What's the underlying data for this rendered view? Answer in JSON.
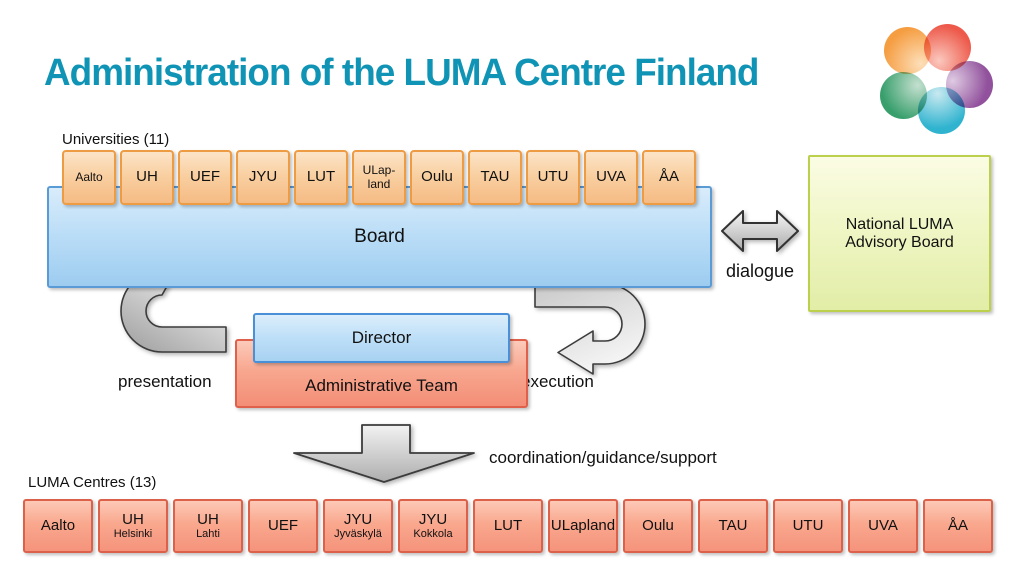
{
  "title": "Administration of the LUMA Centre Finland",
  "colors": {
    "title_teal": "#1094b5",
    "university_box": "#f5bb84",
    "university_border": "#ed9c43",
    "board_blue": "#9dccf0",
    "board_border": "#5b9bd5",
    "advisory_green": "#e2eda7",
    "advisory_border": "#bcd04e",
    "admin_salmon": "#f38e77",
    "admin_border": "#e0614b",
    "arrow_gray": "#b9b9b9"
  },
  "logo": {
    "name": "LUMA flower logo",
    "petals": [
      "#f59d41",
      "#ed5a4b",
      "#91519c",
      "#2fb3cf",
      "#389f6c"
    ]
  },
  "universities": {
    "label": "Universities (11)",
    "items": [
      {
        "label": "Aalto"
      },
      {
        "label": "UH"
      },
      {
        "label": "UEF"
      },
      {
        "label": "JYU"
      },
      {
        "label": "LUT"
      },
      {
        "label": "ULap-\nland"
      },
      {
        "label": "Oulu"
      },
      {
        "label": "TAU"
      },
      {
        "label": "UTU"
      },
      {
        "label": "UVA"
      },
      {
        "label": "ÅA"
      }
    ]
  },
  "board": {
    "label": "Board"
  },
  "advisory": {
    "label": "National LUMA\nAdvisory Board"
  },
  "director": {
    "label": "Director"
  },
  "admin_team": {
    "label": "Administrative Team"
  },
  "flow_labels": {
    "dialogue": "dialogue",
    "presentation": "presentation",
    "execution": "execution",
    "coordination": "coordination/guidance/support"
  },
  "centres": {
    "label": "LUMA Centres (13)",
    "items": [
      {
        "label": "Aalto"
      },
      {
        "label": "UH",
        "sub": "Helsinki"
      },
      {
        "label": "UH",
        "sub": "Lahti"
      },
      {
        "label": "UEF"
      },
      {
        "label": "JYU",
        "sub": "Jyväskylä"
      },
      {
        "label": "JYU",
        "sub": "Kokkola"
      },
      {
        "label": "LUT"
      },
      {
        "label": "ULapland"
      },
      {
        "label": "Oulu"
      },
      {
        "label": "TAU"
      },
      {
        "label": "UTU"
      },
      {
        "label": "UVA"
      },
      {
        "label": "ÅA"
      }
    ]
  }
}
